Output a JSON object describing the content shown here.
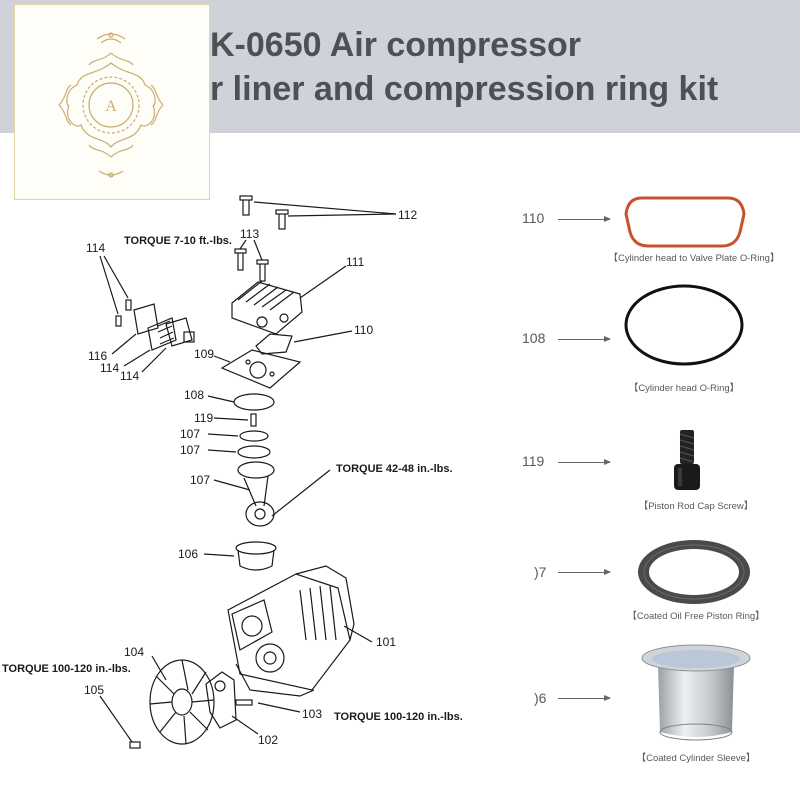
{
  "banner": {
    "title_line1": "K-0650 Air compressor",
    "title_line2": "r liner and compression ring kit",
    "bg": "#cfd3d9"
  },
  "logo": {
    "letter": "A",
    "accent": "#c9ad70"
  },
  "diagram": {
    "callouts": [
      "112",
      "113",
      "114",
      "111",
      "116",
      "114",
      "114",
      "110",
      "109",
      "108",
      "119",
      "107",
      "107",
      "107",
      "106",
      "101",
      "104",
      "105",
      "103",
      "102"
    ],
    "torque_notes": {
      "head": "TORQUE  7-10 ft.-lbs.",
      "rod": "TORQUE  42-48 in.-lbs.",
      "fan": "TORQUE  100-120 in.-lbs.",
      "flywheel": "TORQUE  100-120 in.-lbs."
    }
  },
  "parts": [
    {
      "number": "110",
      "caption": "【Cylinder head to Valve Plate O-Ring】",
      "icon": "rounded-o-ring-icon"
    },
    {
      "number": "108",
      "caption": "【Cylinder head O-Ring】",
      "icon": "o-ring-icon"
    },
    {
      "number": "119",
      "caption": "【Piston Rod Cap Screw】",
      "icon": "cap-screw-icon"
    },
    {
      "number": ")7",
      "caption": "【Coated Oil Free Piston Ring】",
      "icon": "piston-ring-icon"
    },
    {
      "number": ")6",
      "caption": "【Coated Cylinder Sleeve】",
      "icon": "cylinder-sleeve-icon"
    }
  ]
}
